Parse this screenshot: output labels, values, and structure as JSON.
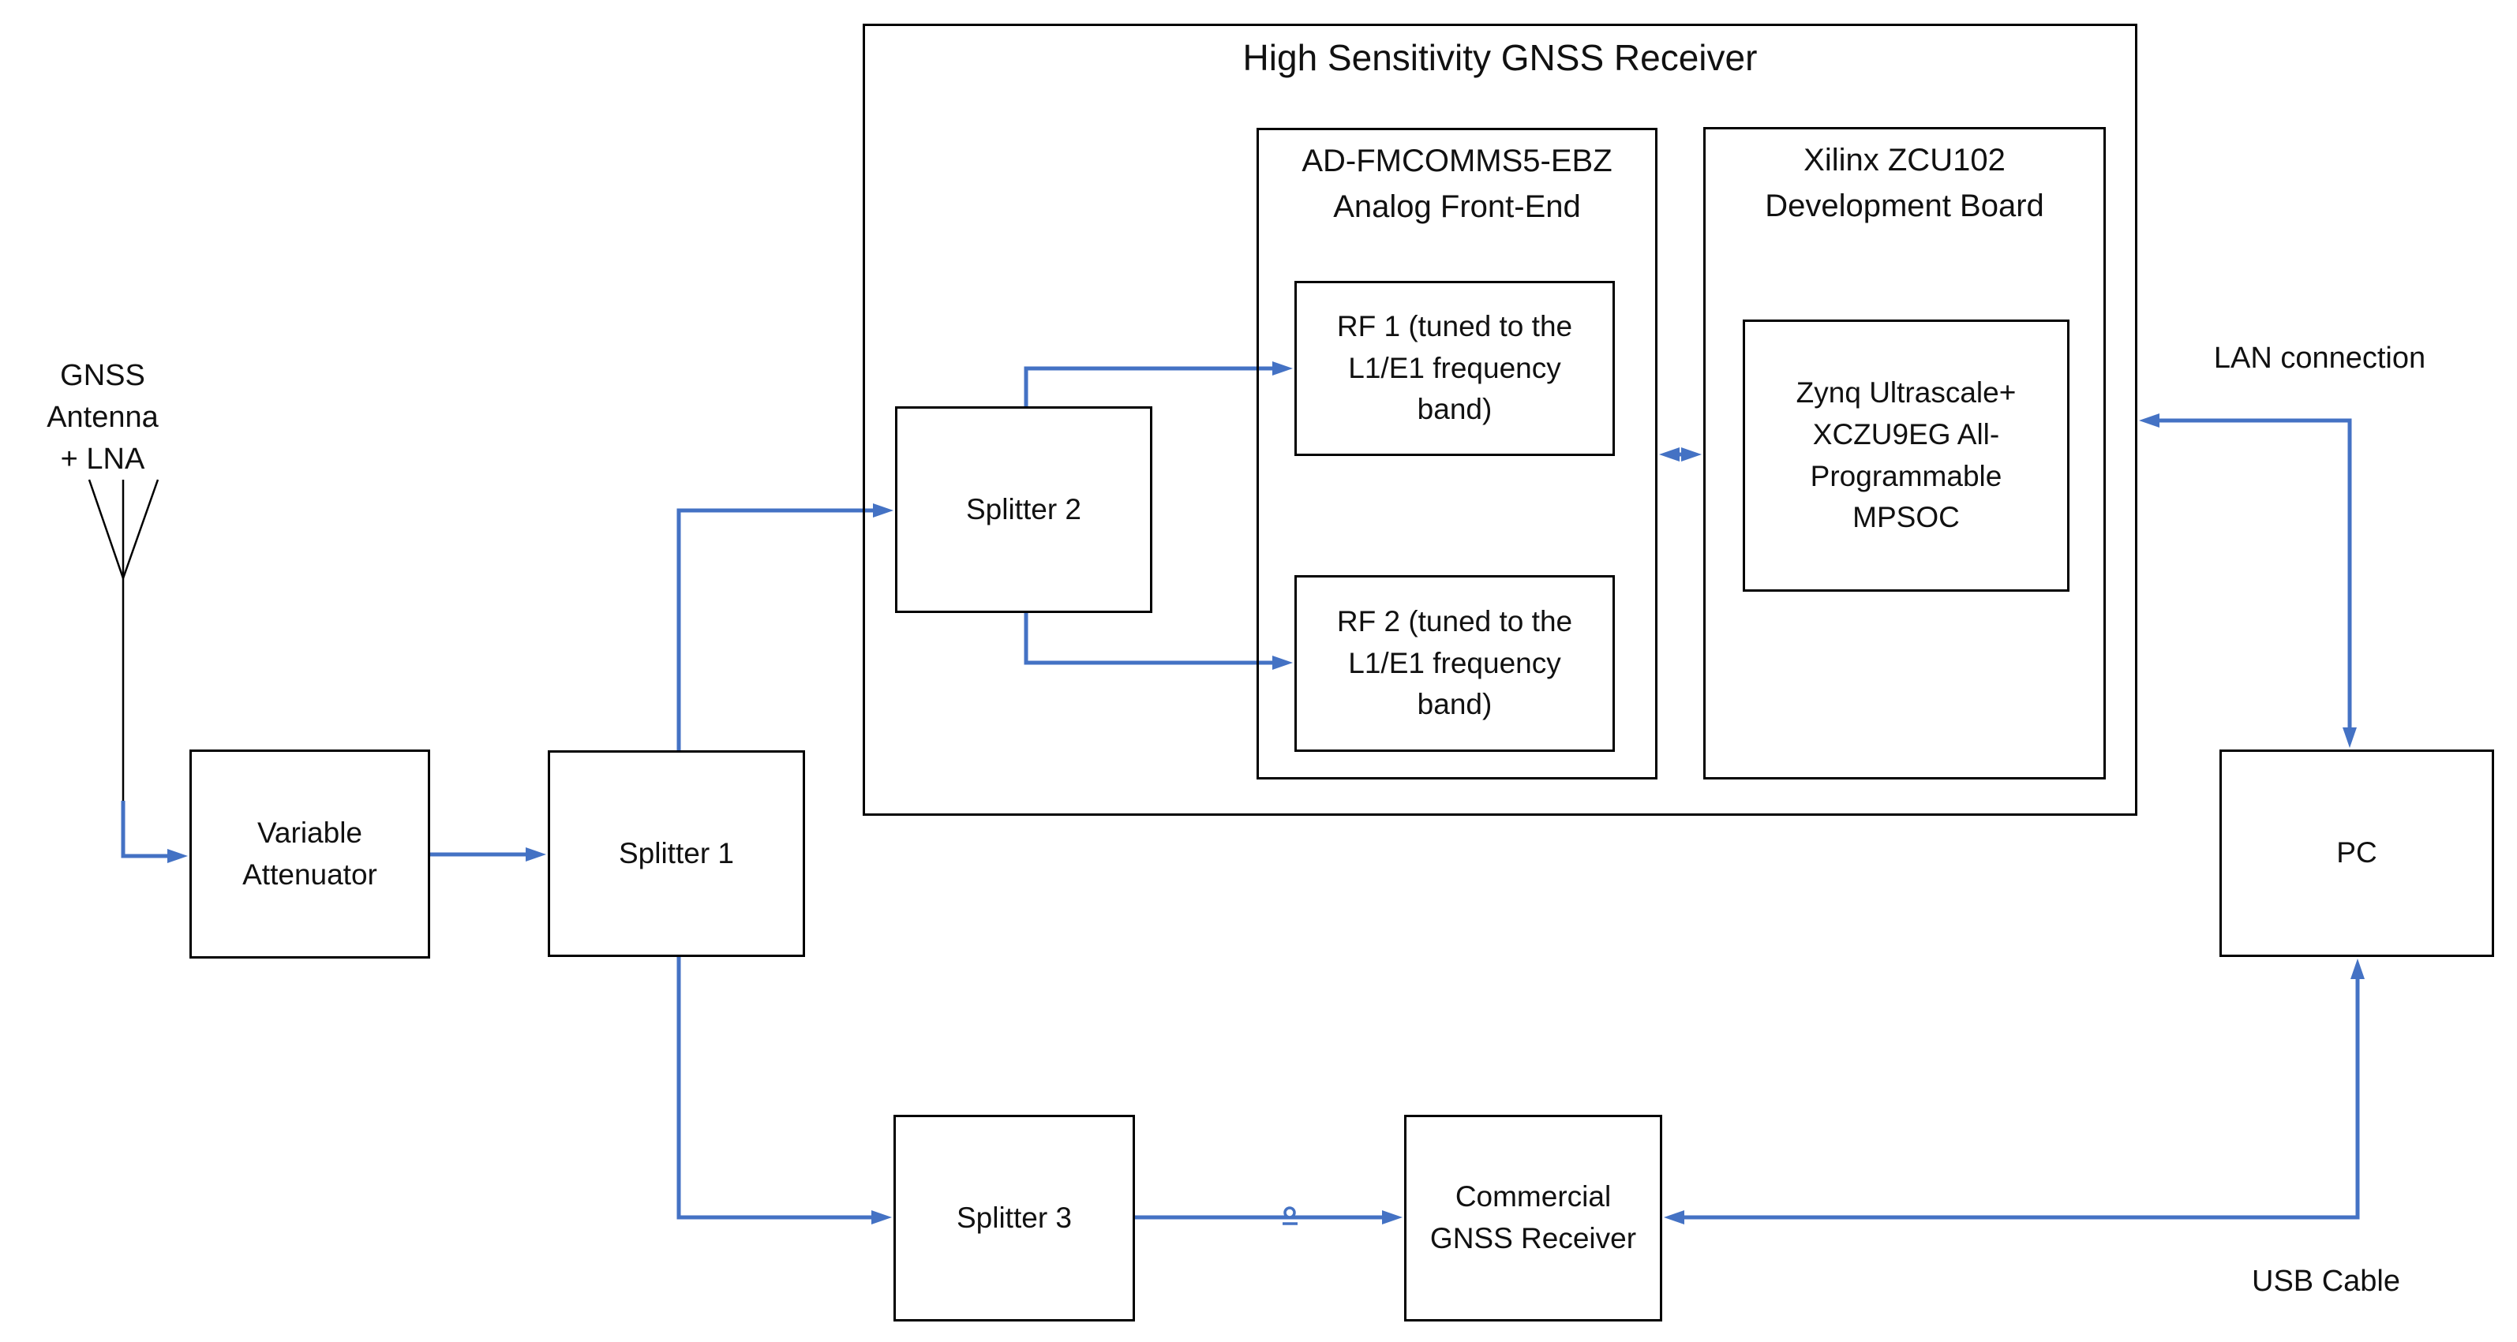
{
  "colors": {
    "accent_blue": "#4472C4",
    "box_border": "#000000",
    "text": "#111111",
    "background": "#ffffff"
  },
  "diagram": {
    "container_title": "High Sensitivity GNSS Receiver",
    "antenna_label": {
      "line1": "GNSS Antenna",
      "line2": "+ LNA"
    },
    "boxes": {
      "variable_attenuator": {
        "line1": "Variable",
        "line2": "Attenuator"
      },
      "splitter_1": {
        "label": "Splitter 1"
      },
      "splitter_2": {
        "label": "Splitter 2"
      },
      "splitter_3": {
        "label": "Splitter 3"
      },
      "analog_front_end": {
        "line1": "AD-FMCOMMS5-EBZ",
        "line2": "Analog Front-End"
      },
      "rf_1": {
        "line1": "RF 1 (tuned to the",
        "line2": "L1/E1 frequency",
        "line3": "band)"
      },
      "rf_2": {
        "line1": "RF 2 (tuned to the",
        "line2": "L1/E1 frequency",
        "line3": "band)"
      },
      "xilinx_board": {
        "line1": "Xilinx ZCU102",
        "line2": "Development Board"
      },
      "zynq": {
        "line1": "Zynq Ultrascale+",
        "line2": "XCZU9EG All-",
        "line3": "Programmable",
        "line4": "MPSOC"
      },
      "commercial_receiver": {
        "line1": "Commercial",
        "line2": "GNSS Receiver"
      },
      "pc": {
        "label": "PC"
      }
    },
    "edge_labels": {
      "lan": "LAN connection",
      "usb": "USB Cable"
    },
    "icons": {
      "antenna": "antenna-icon",
      "line_jump": "line-jump-connector-icon"
    }
  }
}
